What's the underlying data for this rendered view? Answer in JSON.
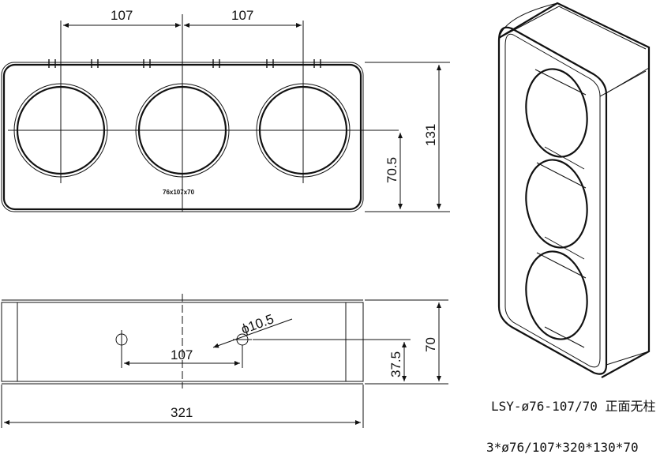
{
  "front_view": {
    "dim_spacing_left": "107",
    "dim_spacing_right": "107",
    "dim_height": "131",
    "dim_center_height": "70.5",
    "model_note": "76x107x70"
  },
  "bottom_view": {
    "dim_hole_diameter": "ϕ10.5",
    "dim_hole_spacing": "107",
    "dim_depth": "70",
    "dim_hole_height": "37.5",
    "dim_length": "321"
  },
  "caption": {
    "line1": "LSY-ø76-107/70 正面无柱",
    "line2": "3*ø76/107*320*130*70"
  }
}
